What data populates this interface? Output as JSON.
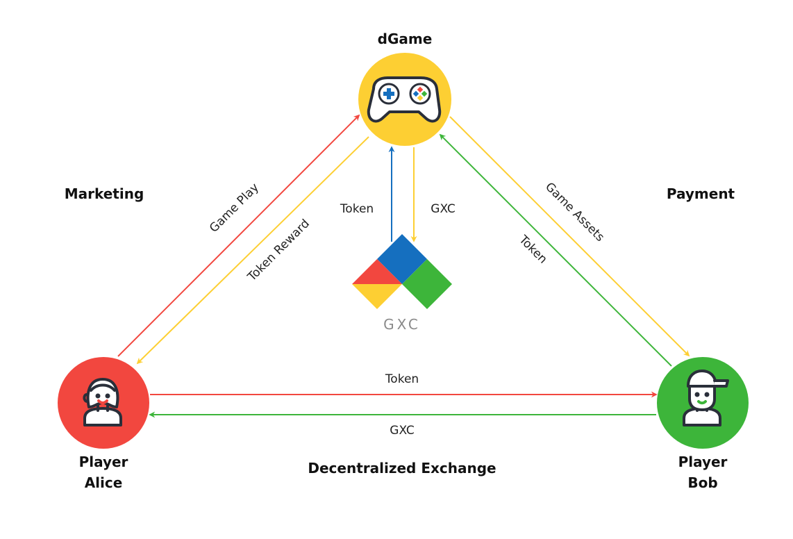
{
  "colors": {
    "red": "#f2473f",
    "yellow": "#fdcf33",
    "blue": "#156fbf",
    "green": "#3db53a",
    "dark": "#2a2f3a"
  },
  "nodes": {
    "dgame": {
      "label": "dGame",
      "icon": "gamepad-icon"
    },
    "alice": {
      "label_line1": "Player",
      "label_line2": "Alice",
      "icon": "player-alice-avatar-icon"
    },
    "bob": {
      "label_line1": "Player",
      "label_line2": "Bob",
      "icon": "player-bob-avatar-icon"
    },
    "gxc": {
      "wordmark": "GXC",
      "icon": "gxc-logo-icon"
    }
  },
  "sections": {
    "marketing": "Marketing",
    "payment": "Payment",
    "exchange": "Decentralized Exchange"
  },
  "edges": {
    "alice_to_dgame": "Game Play",
    "dgame_to_alice": "Token Reward",
    "gxc_to_dgame": "Token",
    "dgame_to_gxc": "GXC",
    "dgame_to_bob": "Game Assets",
    "bob_to_dgame": "Token",
    "alice_to_bob": "Token",
    "bob_to_alice": "GXC"
  }
}
